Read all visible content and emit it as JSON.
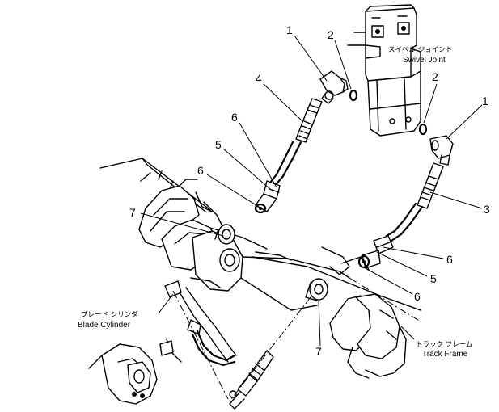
{
  "callouts": [
    {
      "id": "c1a",
      "text": "1"
    },
    {
      "id": "c2a",
      "text": "2"
    },
    {
      "id": "c4",
      "text": "4"
    },
    {
      "id": "c2b",
      "text": "2"
    },
    {
      "id": "c1b",
      "text": "1"
    },
    {
      "id": "c6a",
      "text": "6"
    },
    {
      "id": "c5a",
      "text": "5"
    },
    {
      "id": "c6b",
      "text": "6"
    },
    {
      "id": "c7a",
      "text": "7"
    },
    {
      "id": "c3",
      "text": "3"
    },
    {
      "id": "c6c",
      "text": "6"
    },
    {
      "id": "c5b",
      "text": "5"
    },
    {
      "id": "c6d",
      "text": "6"
    },
    {
      "id": "c7b",
      "text": "7"
    }
  ],
  "labels": {
    "swivel_joint_jp": "スイベル ジョイント",
    "swivel_joint": "Swivel Joint",
    "blade_cylinder_jp": "ブレード シリンダ",
    "blade_cylinder": "Blade Cylinder",
    "track_frame_jp": "トラック フレーム",
    "track_frame": "Track Frame"
  }
}
